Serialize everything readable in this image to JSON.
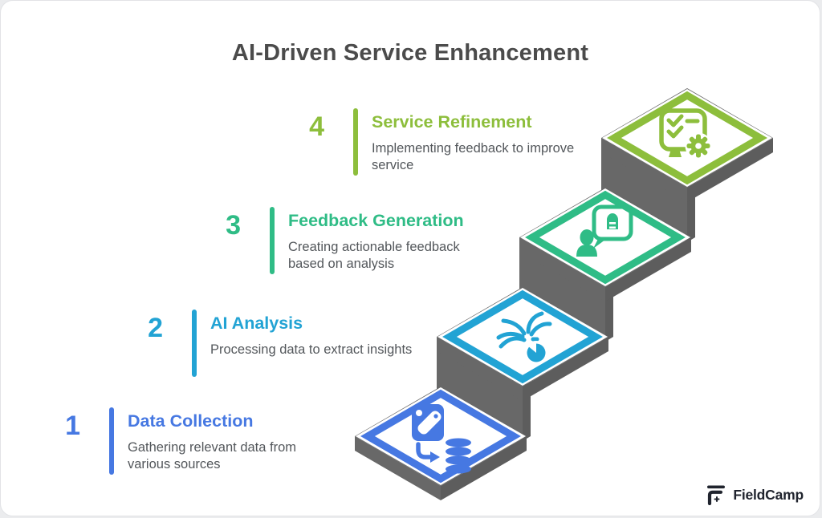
{
  "title": "AI-Driven Service Enhancement",
  "steps": [
    {
      "number": "1",
      "title": "Data Collection",
      "description": "Gathering relevant data from various sources",
      "accent_color": "#4678E2",
      "icon": "file-to-database-icon"
    },
    {
      "number": "2",
      "title": "AI Analysis",
      "description": "Processing data to extract insights",
      "accent_color": "#22A3D4",
      "icon": "data-streams-pie-icon"
    },
    {
      "number": "3",
      "title": "Feedback Generation",
      "description": "Creating actionable feedback based on analysis",
      "accent_color": "#2FBC86",
      "icon": "person-speech-bubble-icon"
    },
    {
      "number": "4",
      "title": "Service Refinement",
      "description": "Implementing feedback to improve service",
      "accent_color": "#8DBE3C",
      "icon": "checklist-gear-icon"
    }
  ],
  "stairs": {
    "face_color": "#686868",
    "side_color": "#5d5d5d",
    "platform_fill": "#ffffff"
  },
  "brand": {
    "name": "FieldCamp",
    "color": "#20242E"
  },
  "colors": {
    "canvas_bg": "#EBECEE",
    "card_bg": "#FFFFFF",
    "title_text": "#4B4B4B",
    "body_text": "#53575B"
  }
}
